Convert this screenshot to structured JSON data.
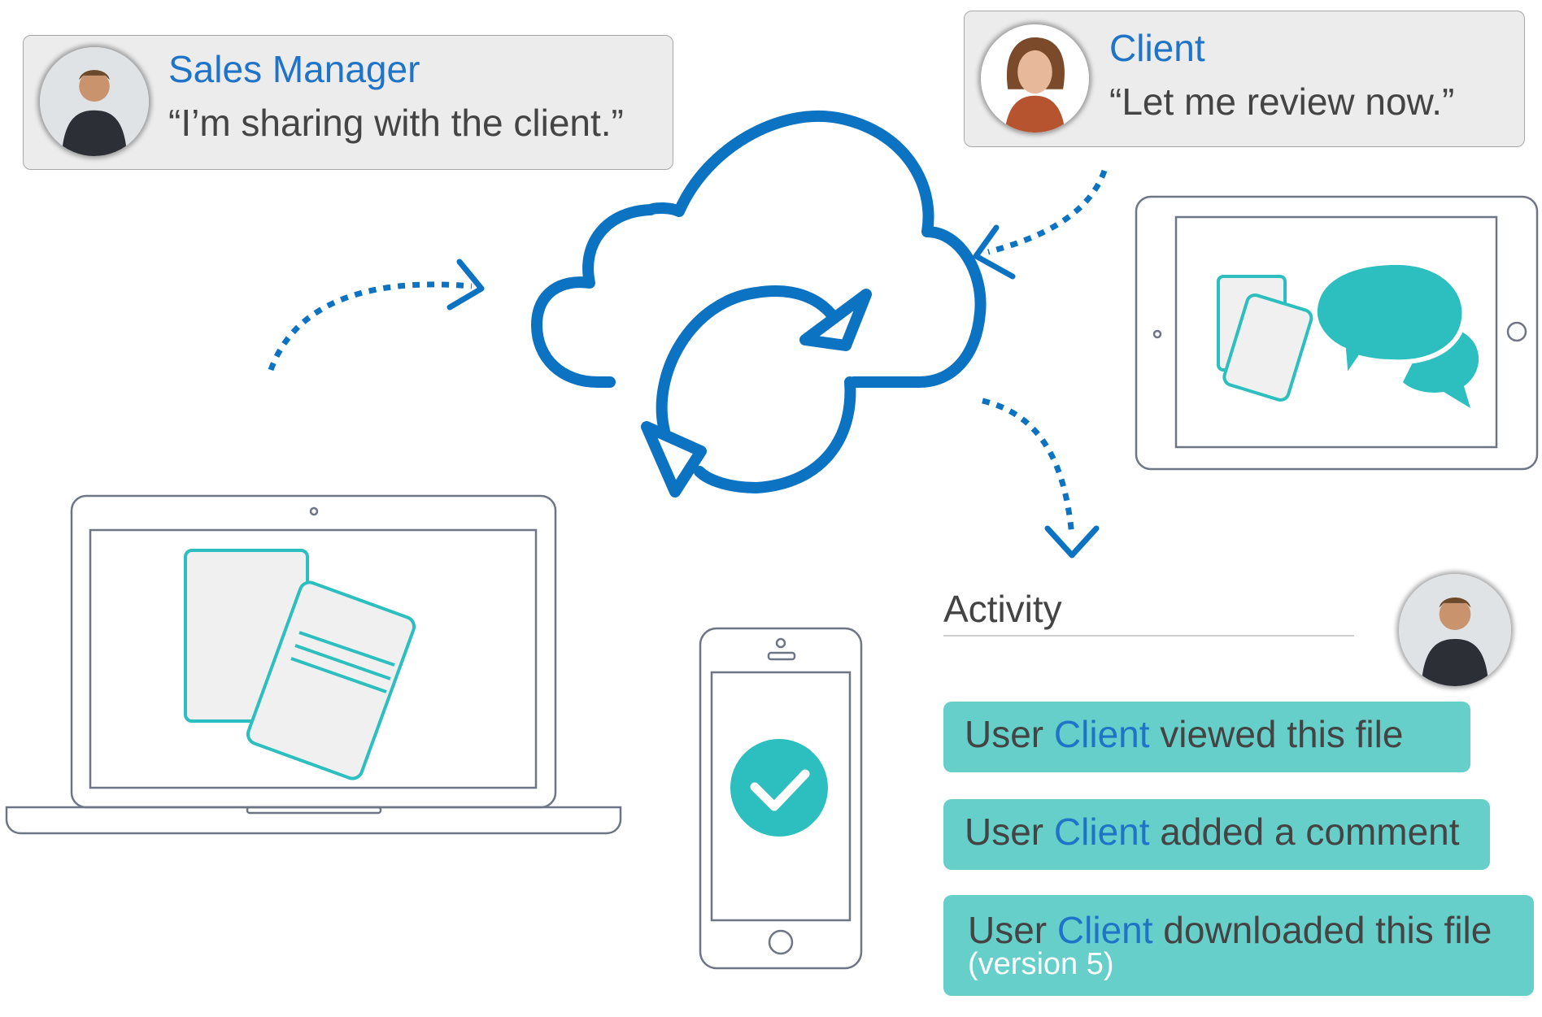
{
  "sales_manager": {
    "role": "Sales Manager",
    "quote": "“I’m sharing with the client.”"
  },
  "client": {
    "role": "Client",
    "quote": "“Let me review now.”"
  },
  "activity": {
    "title": "Activity",
    "items": [
      {
        "prefix": "User ",
        "user": "Client",
        "action": " viewed this file",
        "note": ""
      },
      {
        "prefix": "User ",
        "user": "Client",
        "action": " added a comment",
        "note": ""
      },
      {
        "prefix": "User ",
        "user": "Client",
        "action": " downloaded this file",
        "note": "(version 5)"
      }
    ]
  },
  "colors": {
    "cloud_blue": "#0b73c2",
    "teal": "#2dbfbf",
    "pill_teal": "#67cfc9",
    "device_outline": "#6e7585",
    "role_blue": "#1f74c7"
  },
  "icons": [
    "cloud-sync-icon",
    "laptop-icon",
    "tablet-icon",
    "phone-icon",
    "checkmark-icon",
    "chat-bubbles-icon",
    "document-icon"
  ]
}
